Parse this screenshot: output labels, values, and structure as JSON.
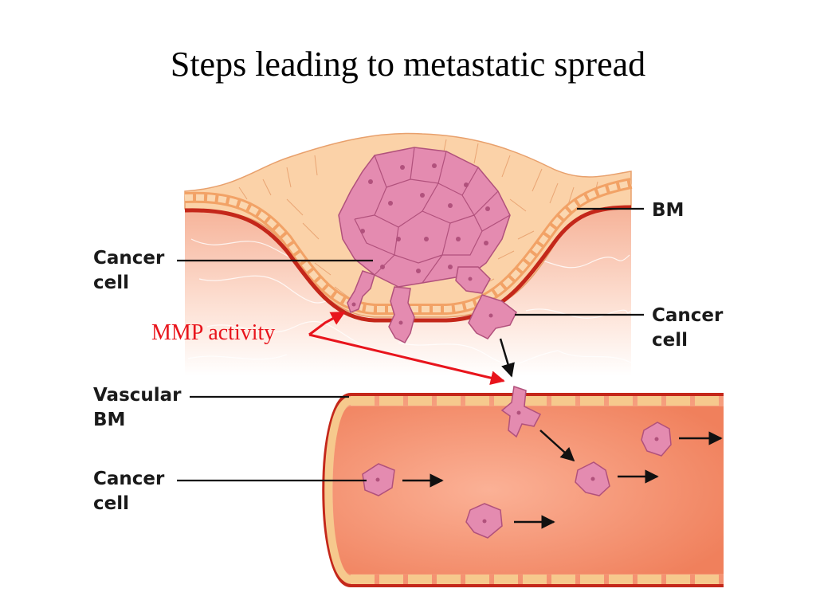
{
  "title": "Steps leading to metastatic spread",
  "labels": {
    "bm": "BM",
    "cancer_cell_top": [
      "Cancer",
      "cell"
    ],
    "cancer_cell_right": [
      "Cancer",
      "cell"
    ],
    "vascular_bm": [
      "Vascular",
      "BM"
    ],
    "cancer_cell_bottom": [
      "Cancer",
      "cell"
    ],
    "mmp": "MMP activity"
  },
  "colors": {
    "epithelium": "#f8c79a",
    "tumor_cell": "#e48bb0",
    "tumor_edge": "#b1517c",
    "basement_membrane": "#c4271a",
    "stroma": "#fbd3c0",
    "vessel": "#f39a78",
    "annotation": "#e8141c"
  }
}
